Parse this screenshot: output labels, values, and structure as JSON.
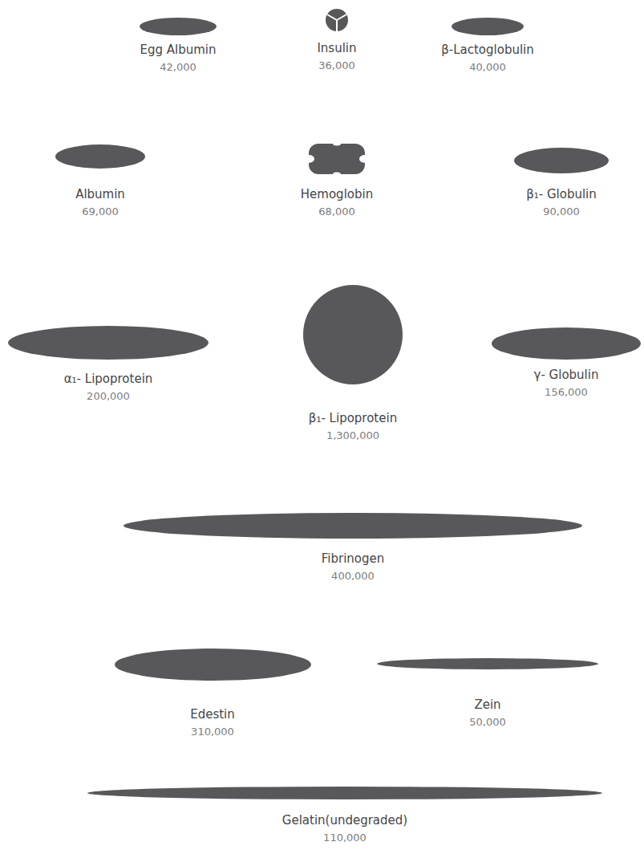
{
  "diagram": {
    "nodes": [
      {
        "text": [
          "Egg Albumin",
          "42,000"
        ]
      },
      {
        "text": [
          "Insulin",
          "36,000"
        ]
      },
      {
        "text": [
          "β-Lactoglobulin",
          "40,000"
        ]
      },
      {
        "text": [
          "Albumin",
          "69,000"
        ]
      },
      {
        "text": [
          "Hemoglobin",
          "68,000"
        ]
      },
      {
        "text": [
          "β₁- Globulin",
          "90,000"
        ]
      },
      {
        "text": [
          "α₁- Lipoprotein",
          "200,000"
        ]
      },
      {
        "text": [
          "β₁- Lipoprotein",
          "1,300,000"
        ]
      },
      {
        "text": [
          "γ- Globulin",
          "156,000"
        ]
      },
      {
        "text": [
          "Fibrinogen",
          "400,000"
        ]
      },
      {
        "text": [
          "Edestin",
          "310,000"
        ]
      },
      {
        "text": [
          "Zein",
          "50,000"
        ]
      },
      {
        "text": [
          "Gelatin(undegraded)",
          "110,000"
        ]
      }
    ]
  }
}
